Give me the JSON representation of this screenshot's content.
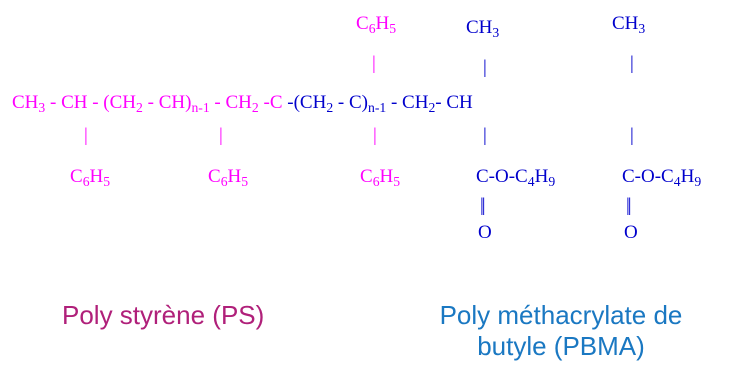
{
  "colors": {
    "ps_formula": "#ff00ff",
    "pbma_formula": "#0000cc",
    "ps_caption": "#b0207a",
    "pbma_caption": "#1a78c2"
  },
  "formula": {
    "top": {
      "c6h5_c": "C",
      "c6h5_6": "6",
      "c6h5_h": "H",
      "c6h5_5": "5",
      "ch3_a": "CH",
      "ch3_a_3": "3",
      "ch3_b": "CH",
      "ch3_b_3": "3"
    },
    "bond": "|",
    "main": {
      "ps_ch3": "CH",
      "ps_ch3_3": "3",
      "ps_ch_paren": " - CH - (CH",
      "ps_2a": "2",
      "ps_ch_close": " - CH)",
      "ps_n1": "n-1",
      "ps_ch2": " - CH",
      "ps_2b": "2",
      "ps_c": " -C ",
      "pbma_open": "-(CH",
      "pbma_2a": "2",
      "pbma_c": " - C)",
      "pbma_n1": "n-1",
      "pbma_ch2": " - CH",
      "pbma_2b": "2",
      "pbma_ch": "- CH"
    },
    "bottom": {
      "c6h5_c": "C",
      "c6h5_6": "6",
      "c6h5_h": "H",
      "c6h5_5": "5",
      "ester_pre": "C-O-C",
      "ester_4": "4",
      "ester_h": "H",
      "ester_9": "9",
      "dbl": "||",
      "o": "O"
    }
  },
  "captions": {
    "ps": "Poly styrène (PS)",
    "pbma_line1": "Poly méthacrylate de",
    "pbma_line2": "butyle (PBMA)"
  }
}
